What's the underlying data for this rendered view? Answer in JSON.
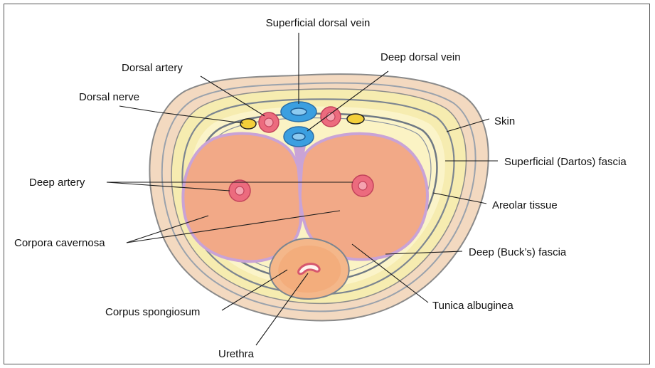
{
  "labels": {
    "superficial_dorsal_vein": "Superficial dorsal vein",
    "dorsal_artery": "Dorsal artery",
    "deep_dorsal_vein": "Deep dorsal vein",
    "dorsal_nerve": "Dorsal nerve",
    "skin": "Skin",
    "superficial_fascia": "Superficial (Dartos) fascia",
    "deep_artery": "Deep artery",
    "areolar_tissue": "Areolar tissue",
    "corpora_cavernosa": "Corpora cavernosa",
    "deep_fascia": "Deep (Buck’s) fascia",
    "tunica_albuginea": "Tunica albuginea",
    "corpus_spongiosum": "Corpus spongiosum",
    "urethra": "Urethra"
  },
  "colors": {
    "skin_fill": "#f3d9c0",
    "dartos_fill": "#f6ecb0",
    "areolar_fill": "#fbf4c9",
    "fascia_line": "#7c8590",
    "cavernosa_fill": "#f2a987",
    "tunica": "#c9a3d6",
    "spongiosum_fill": "#f4b78a",
    "vein_blue": "#3b9fe0",
    "artery_red": "#ec6b7e",
    "nerve_yellow": "#f3cf3a",
    "urethra": "#d6576e"
  }
}
